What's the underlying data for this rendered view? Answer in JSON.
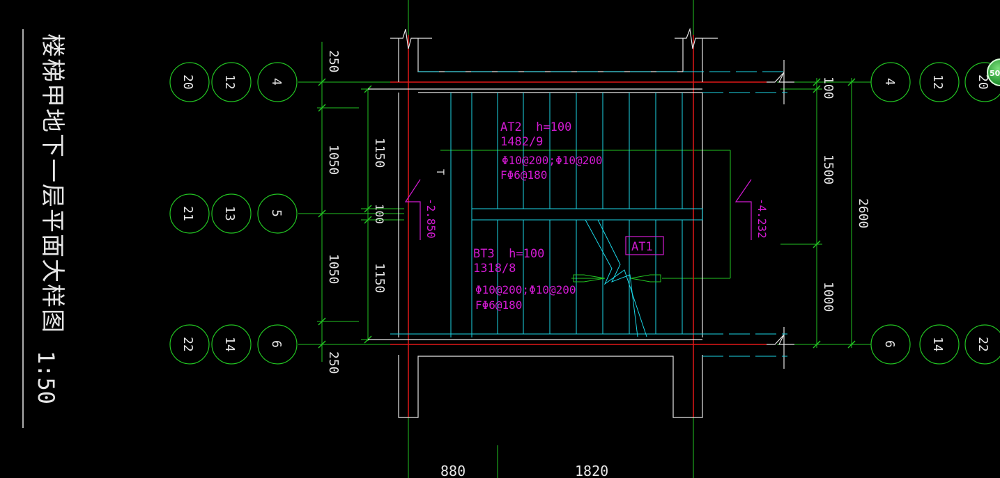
{
  "drawing": {
    "title": "楼梯甲地下一层平面大样图",
    "scale": "1:50"
  },
  "badge": {
    "text": "50"
  },
  "axes": {
    "left": [
      {
        "bubbles": [
          "20",
          "12",
          "4"
        ]
      },
      {
        "bubbles": [
          "21",
          "13",
          "5"
        ]
      },
      {
        "bubbles": [
          "22",
          "14",
          "6"
        ]
      }
    ],
    "right": [
      {
        "bubbles": [
          "4",
          "12",
          "20"
        ]
      },
      {
        "bubbles": [
          "6",
          "14",
          "22"
        ]
      }
    ]
  },
  "dimensions": {
    "left_outer": [
      "250",
      "1050",
      "1050",
      "250"
    ],
    "left_inner": [
      "1150",
      "100",
      "1150"
    ],
    "right_inner": [
      "100",
      "1500",
      "1000"
    ],
    "right_total": "2600",
    "bottom": [
      "880",
      "1820"
    ]
  },
  "flights": {
    "at2": {
      "name": "AT2  h=100",
      "steps": "1482/9",
      "rebar": "Φ10@200;Φ10@200",
      "dist": "FΦ6@180"
    },
    "bt3": {
      "name": "BT3  h=100",
      "steps": "1318/8",
      "rebar": "Φ10@200;Φ10@200",
      "dist": "FΦ6@180"
    },
    "at1": {
      "label": "AT1"
    }
  },
  "levels": {
    "left": "-2.850",
    "right": "-4.232"
  },
  "marks": {
    "t": "T"
  }
}
